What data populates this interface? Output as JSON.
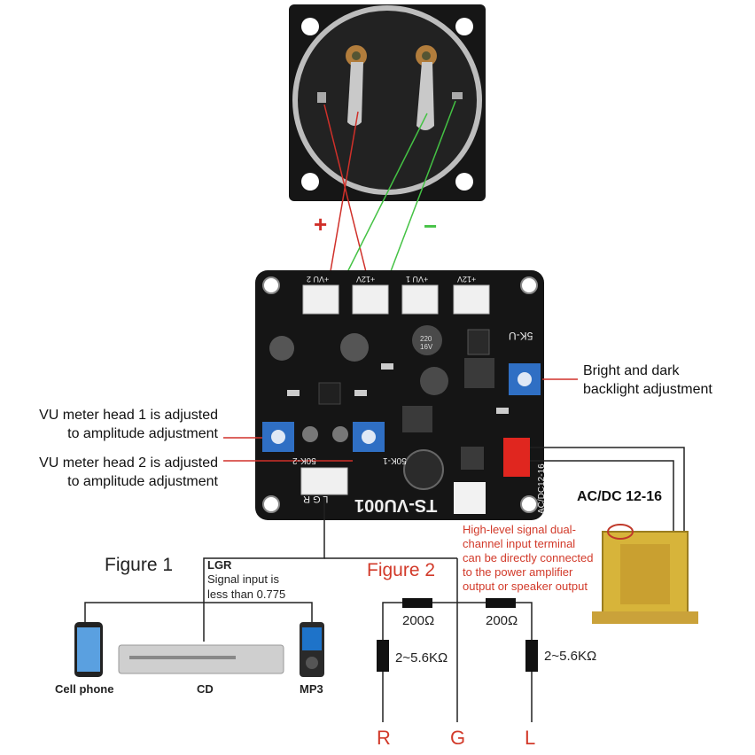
{
  "meter": {
    "plus_sign": "+",
    "minus_sign": "−"
  },
  "board": {
    "model": "TS-VU001",
    "connectors": [
      "+VU 2",
      "+12V",
      "+VU 1",
      "+12V"
    ],
    "pot_label_right": "5K-U",
    "pot_label_left": "50K-2",
    "pot_label_mid": "50K-1",
    "power_label": "AC/DC12-16",
    "input_label": "L G R",
    "cap_text": "220\n16V"
  },
  "callouts": {
    "backlight_line1": "Bright and dark",
    "backlight_line2": "backlight adjustment",
    "head1_line1": "VU meter head 1 is adjusted",
    "head1_line2": "to amplitude adjustment",
    "head2_line1": "VU meter head 2 is adjusted",
    "head2_line2": "to amplitude adjustment",
    "acdc": "AC/DC 12-16"
  },
  "figure1": {
    "title": "Figure 1",
    "lgr": "LGR",
    "signal_line1": "Signal input is",
    "signal_line2": "less than 0.775",
    "devices": [
      "Cell phone",
      "CD",
      "MP3"
    ]
  },
  "figure2": {
    "title": "Figure 2",
    "note_line1": "High-level signal dual-",
    "note_line2": "channel input terminal",
    "note_line3": "can be directly connected",
    "note_line4": "to the power amplifier",
    "note_line5": "output or speaker output",
    "res_series_left": "200Ω",
    "res_series_right": "200Ω",
    "res_shunt_left": "2~5.6KΩ",
    "res_shunt_right": "2~5.6KΩ",
    "terminals": [
      "R",
      "G",
      "L"
    ]
  },
  "colors": {
    "wire_red": "#d0302a",
    "wire_green": "#44c244",
    "board": "#151515",
    "trimpot": "#2f6fc4",
    "connector_red": "#e0261f",
    "figure2_red": "#d23a2a",
    "transformer_yellow": "#d7b43a"
  }
}
